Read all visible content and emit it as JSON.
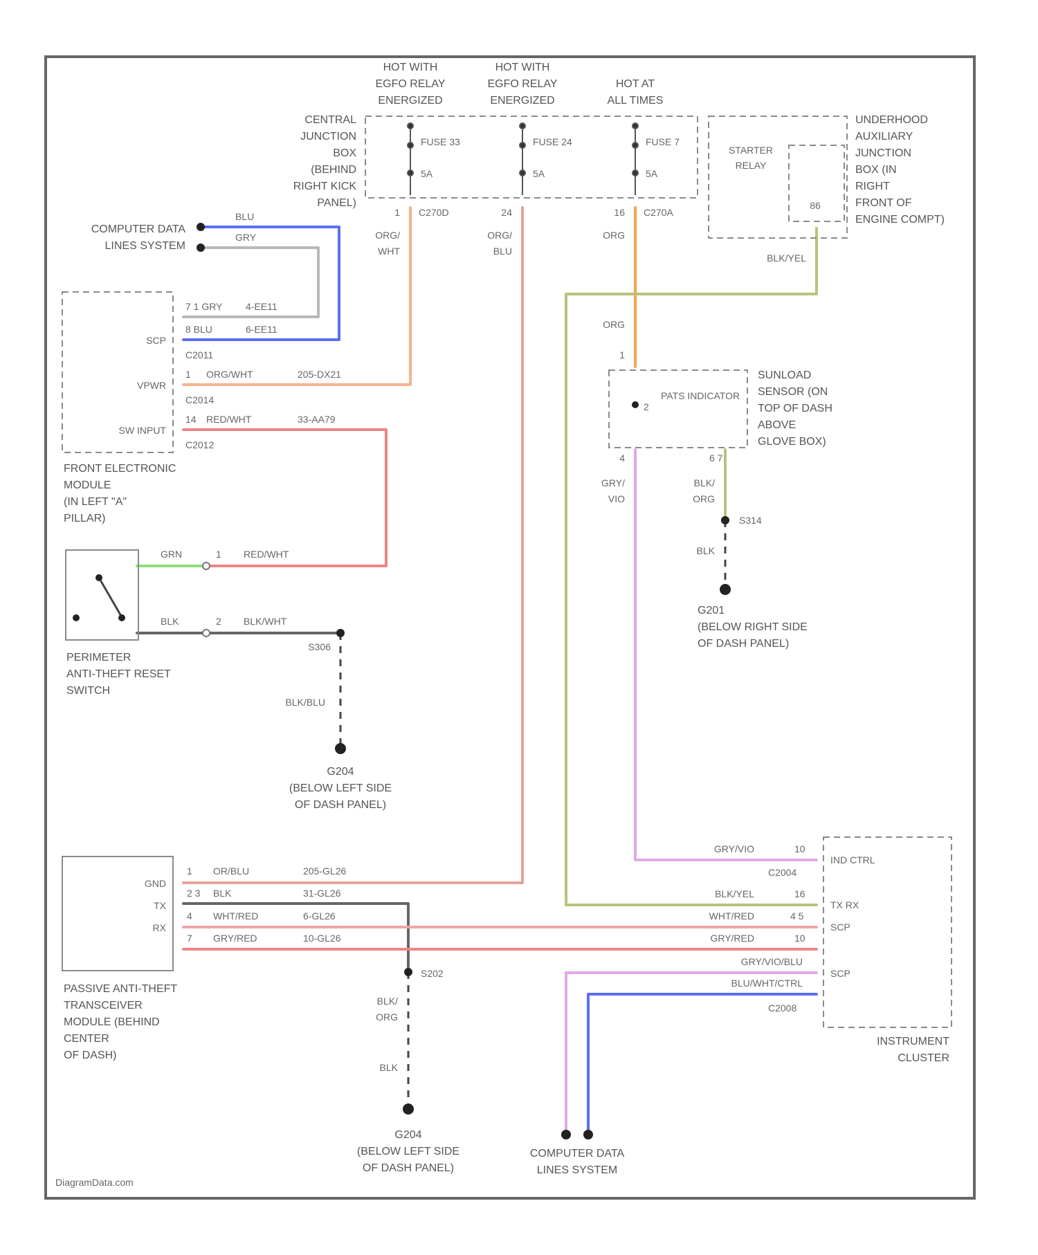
{
  "watermark": "DiagramData.com",
  "colors": {
    "blu": "#5b6ef0",
    "gry": "#b8b8b8",
    "org_wht": "#f4b38f",
    "red_wht": "#ee8585",
    "grn": "#8fe07b",
    "blk": "#666666",
    "org_blu": "#e2a39d",
    "org": "#f4a64a",
    "blk_yel": "#b9c27c",
    "gry_vio": "#e1a8e8",
    "wht_red": "#f2a5a5"
  },
  "headers": {
    "hot_start": [
      "HOT WITH",
      "EGFO RELAY",
      "ENERGIZED"
    ],
    "hot_run": [
      "HOT WITH",
      "EGFO RELAY",
      "ENERGIZED"
    ],
    "hot_always": [
      "HOT AT",
      "ALL TIMES"
    ]
  },
  "central_junction": {
    "label": [
      "CENTRAL",
      "JUNCTION",
      "BOX",
      "(BEHIND",
      "RIGHT KICK",
      "PANEL)"
    ],
    "fuses": [
      {
        "name": "FUSE 33",
        "rating": "5A",
        "pin": "1",
        "connector": "C270D",
        "wire": [
          "ORG/",
          "WHT"
        ]
      },
      {
        "name": "FUSE 24",
        "rating": "5A",
        "pin": "24",
        "connector": "",
        "wire": [
          "ORG/",
          "BLU"
        ]
      },
      {
        "name": "FUSE 7",
        "rating": "5A",
        "pin": "16",
        "connector": "C270A",
        "wire": [
          "ORG"
        ]
      }
    ]
  },
  "underhood": {
    "relay": [
      "STARTER",
      "RELAY"
    ],
    "pin": "86",
    "label": [
      "UNDERHOOD",
      "AUXILIARY",
      "JUNCTION",
      "BOX (IN",
      "RIGHT",
      "FRONT OF",
      "ENGINE COMPT)"
    ],
    "wire": "BLK/YEL"
  },
  "computer_data_top": {
    "label": [
      "COMPUTER DATA",
      "LINES SYSTEM"
    ],
    "wire_blu": "BLU",
    "wire_gry": "GRY"
  },
  "fem": {
    "pins": [
      {
        "text": "7 1 GRY",
        "circuit": "4-EE11"
      },
      {
        "text": "8 BLU",
        "circuit": "6-EE11"
      }
    ],
    "scp": "SCP",
    "c2011": "C2011",
    "vpwr": {
      "label": "VPWR",
      "pin": "1",
      "wire": "ORG/WHT",
      "circuit": "205-DX21"
    },
    "c2014": "C2014",
    "sw_input": {
      "label": "SW INPUT",
      "pin": "14",
      "wire": "RED/WHT",
      "circuit": "33-AA79"
    },
    "c2012": "C2012",
    "label": [
      "FRONT ELECTRONIC",
      "MODULE",
      "(IN LEFT \"A\"",
      "PILLAR)"
    ]
  },
  "reset_switch": {
    "wire_grn": "GRN",
    "pin1": "1",
    "wire_redwht": "RED/WHT",
    "wire_blk": "BLK",
    "pin2": "2",
    "wire_blkwht": "BLK/WHT",
    "splice": "S306",
    "ground_wire": "BLK/BLU",
    "label": [
      "PERIMETER",
      "ANTI-THEFT RESET",
      "SWITCH"
    ]
  },
  "ground_g204_top": {
    "name": "G204",
    "label": [
      "(BELOW LEFT SIDE",
      "OF DASH PANEL)"
    ]
  },
  "pats_indicator": {
    "pin_top": "1",
    "wire_top": "ORG",
    "name": "PATS INDICATOR",
    "pin_mid": "2",
    "pin_bot_left": "4",
    "pin_bot_right": "6 7",
    "wire_left": [
      "GRY/",
      "VIO"
    ],
    "wire_right": [
      "BLK/",
      "ORG"
    ],
    "label": [
      "SUNLOAD",
      "SENSOR (ON",
      "TOP OF DASH",
      "ABOVE",
      "GLOVE BOX)"
    ],
    "splice": "S314",
    "ground_wire": "BLK",
    "ground": "G201",
    "ground_label": [
      "(BELOW RIGHT SIDE",
      "OF DASH PANEL)"
    ]
  },
  "pats_module": {
    "pins": [
      {
        "name": "GND",
        "pin": "1",
        "wire": "OR/BLU",
        "circuit": "205-GL26"
      },
      {
        "name": "TX",
        "pin": "2 3",
        "wire": "BLK",
        "circuit": "31-GL26"
      },
      {
        "name": "RX",
        "pin": "4",
        "wire": "WHT/RED",
        "circuit": "6-GL26"
      },
      {
        "name": "",
        "pin": "7",
        "wire": "GRY/RED",
        "circuit": "10-GL26"
      }
    ],
    "label": [
      "PASSIVE ANTI-THEFT",
      "TRANSCEIVER",
      "MODULE (BEHIND",
      "CENTER",
      "OF DASH)"
    ],
    "splice": "S202",
    "wire_mid": [
      "BLK/",
      "ORG"
    ],
    "wire_low": "BLK",
    "ground": "G204",
    "ground_label": [
      "(BELOW LEFT SIDE",
      "OF DASH PANEL)"
    ]
  },
  "cluster": {
    "label": [
      "INSTRUMENT",
      "CLUSTER"
    ],
    "c2004": "C2004",
    "c2008": "C2008",
    "rows": [
      {
        "wire": "GRY/VIO",
        "pin": "10",
        "func": "IND CTRL"
      },
      {
        "wire": "BLK/YEL",
        "pin": "16",
        "func": "TX RX"
      },
      {
        "wire": "WHT/RED",
        "pin": "4 5",
        "func": "SCP"
      },
      {
        "wire": "GRY/RED",
        "pin": "10",
        "func": ""
      },
      {
        "wire": "GRY/VIO/BLU",
        "pin": "",
        "func": ""
      },
      {
        "wire": "BLU/WHT/CTRL",
        "pin": "",
        "func": "SCP"
      }
    ]
  },
  "computer_data_bottom": {
    "label": [
      "COMPUTER DATA",
      "LINES SYSTEM"
    ]
  }
}
